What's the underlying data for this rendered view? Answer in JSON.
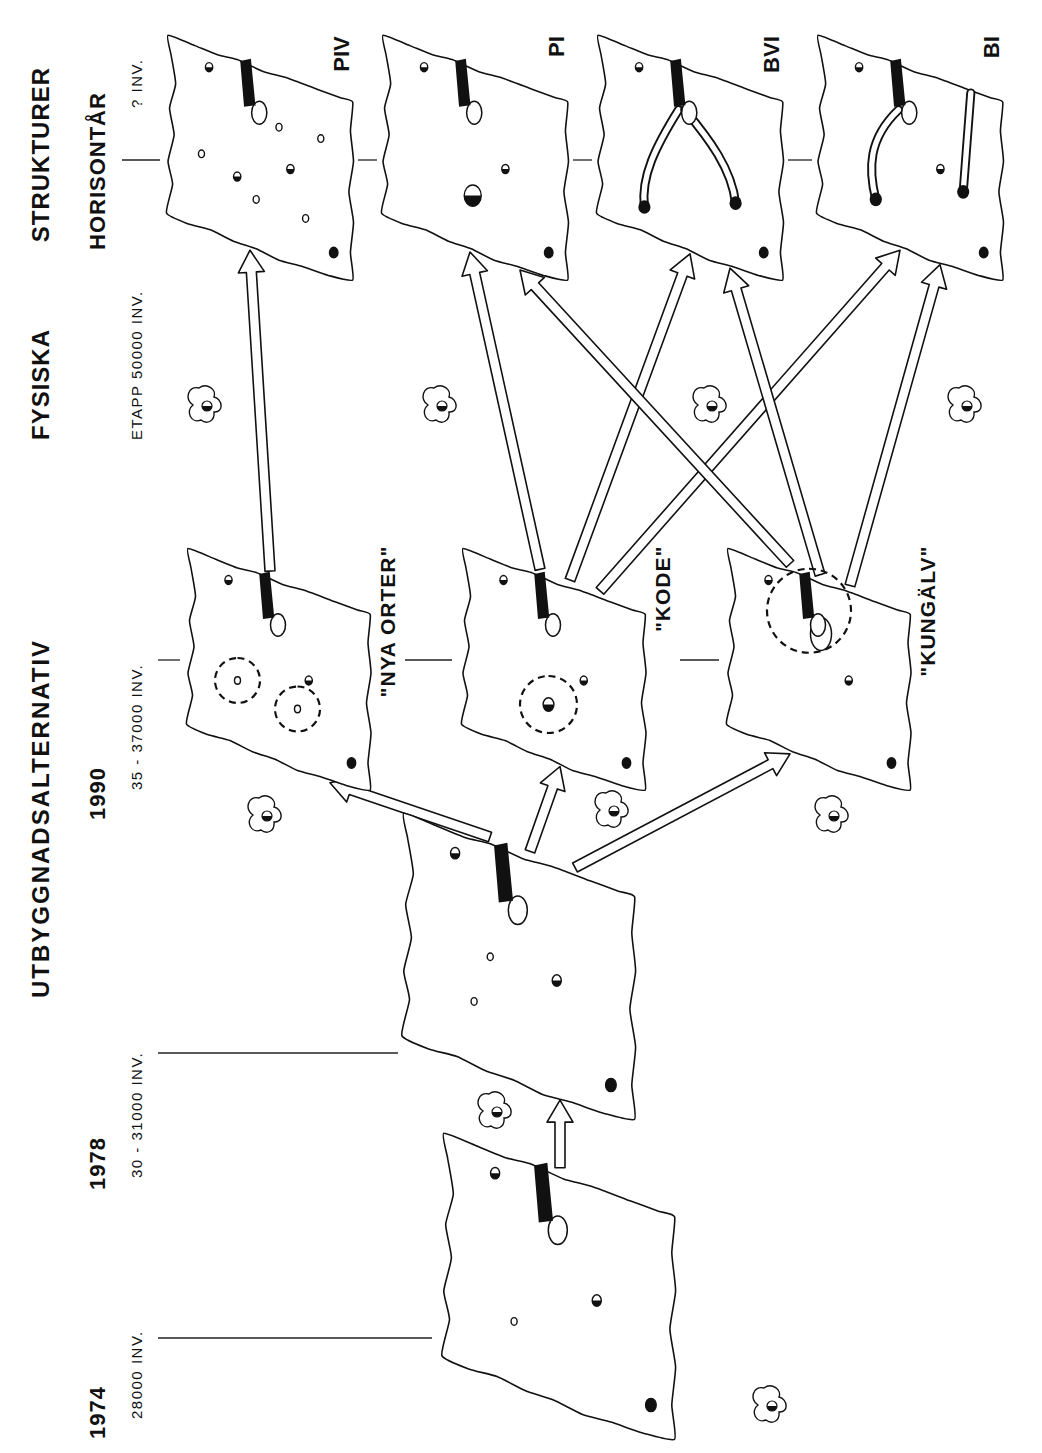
{
  "diagram": {
    "nodes": [
      {
        "text": []
      },
      {
        "text": []
      },
      {
        "text": [
          "\"NYA ORTER\""
        ]
      },
      {
        "text": [
          "\"KODE\""
        ]
      },
      {
        "text": [
          "\"KUNGÄLV\""
        ]
      },
      {
        "text": [
          "PIV"
        ]
      },
      {
        "text": [
          "PI"
        ]
      },
      {
        "text": [
          "BVI"
        ]
      },
      {
        "text": [
          "BI"
        ]
      }
    ],
    "edges": [
      {
        "from": 0,
        "to": 1,
        "arrow": "to"
      },
      {
        "from": 1,
        "to": 2,
        "arrow": "to"
      },
      {
        "from": 1,
        "to": 3,
        "arrow": "to"
      },
      {
        "from": 1,
        "to": 4,
        "arrow": "to"
      },
      {
        "from": 2,
        "to": 5,
        "arrow": "to"
      },
      {
        "from": 3,
        "to": 6,
        "arrow": "to"
      },
      {
        "from": 3,
        "to": 7,
        "arrow": "to"
      },
      {
        "from": 3,
        "to": 8,
        "arrow": "to"
      },
      {
        "from": 4,
        "to": 6,
        "arrow": "to"
      },
      {
        "from": 4,
        "to": 7,
        "arrow": "to"
      },
      {
        "from": 4,
        "to": 8,
        "arrow": "to"
      }
    ],
    "labels": [
      "UTBYGGNADSALTERNATIV",
      "FYSISKA STRUKTURER",
      "1974",
      "28000 INV.",
      "1978",
      "30 - 31000 INV.",
      "1990",
      "35 - 37000 INV.",
      "ETAPP 50000 INV.",
      "HORISONTÅR",
      "? INV."
    ]
  }
}
